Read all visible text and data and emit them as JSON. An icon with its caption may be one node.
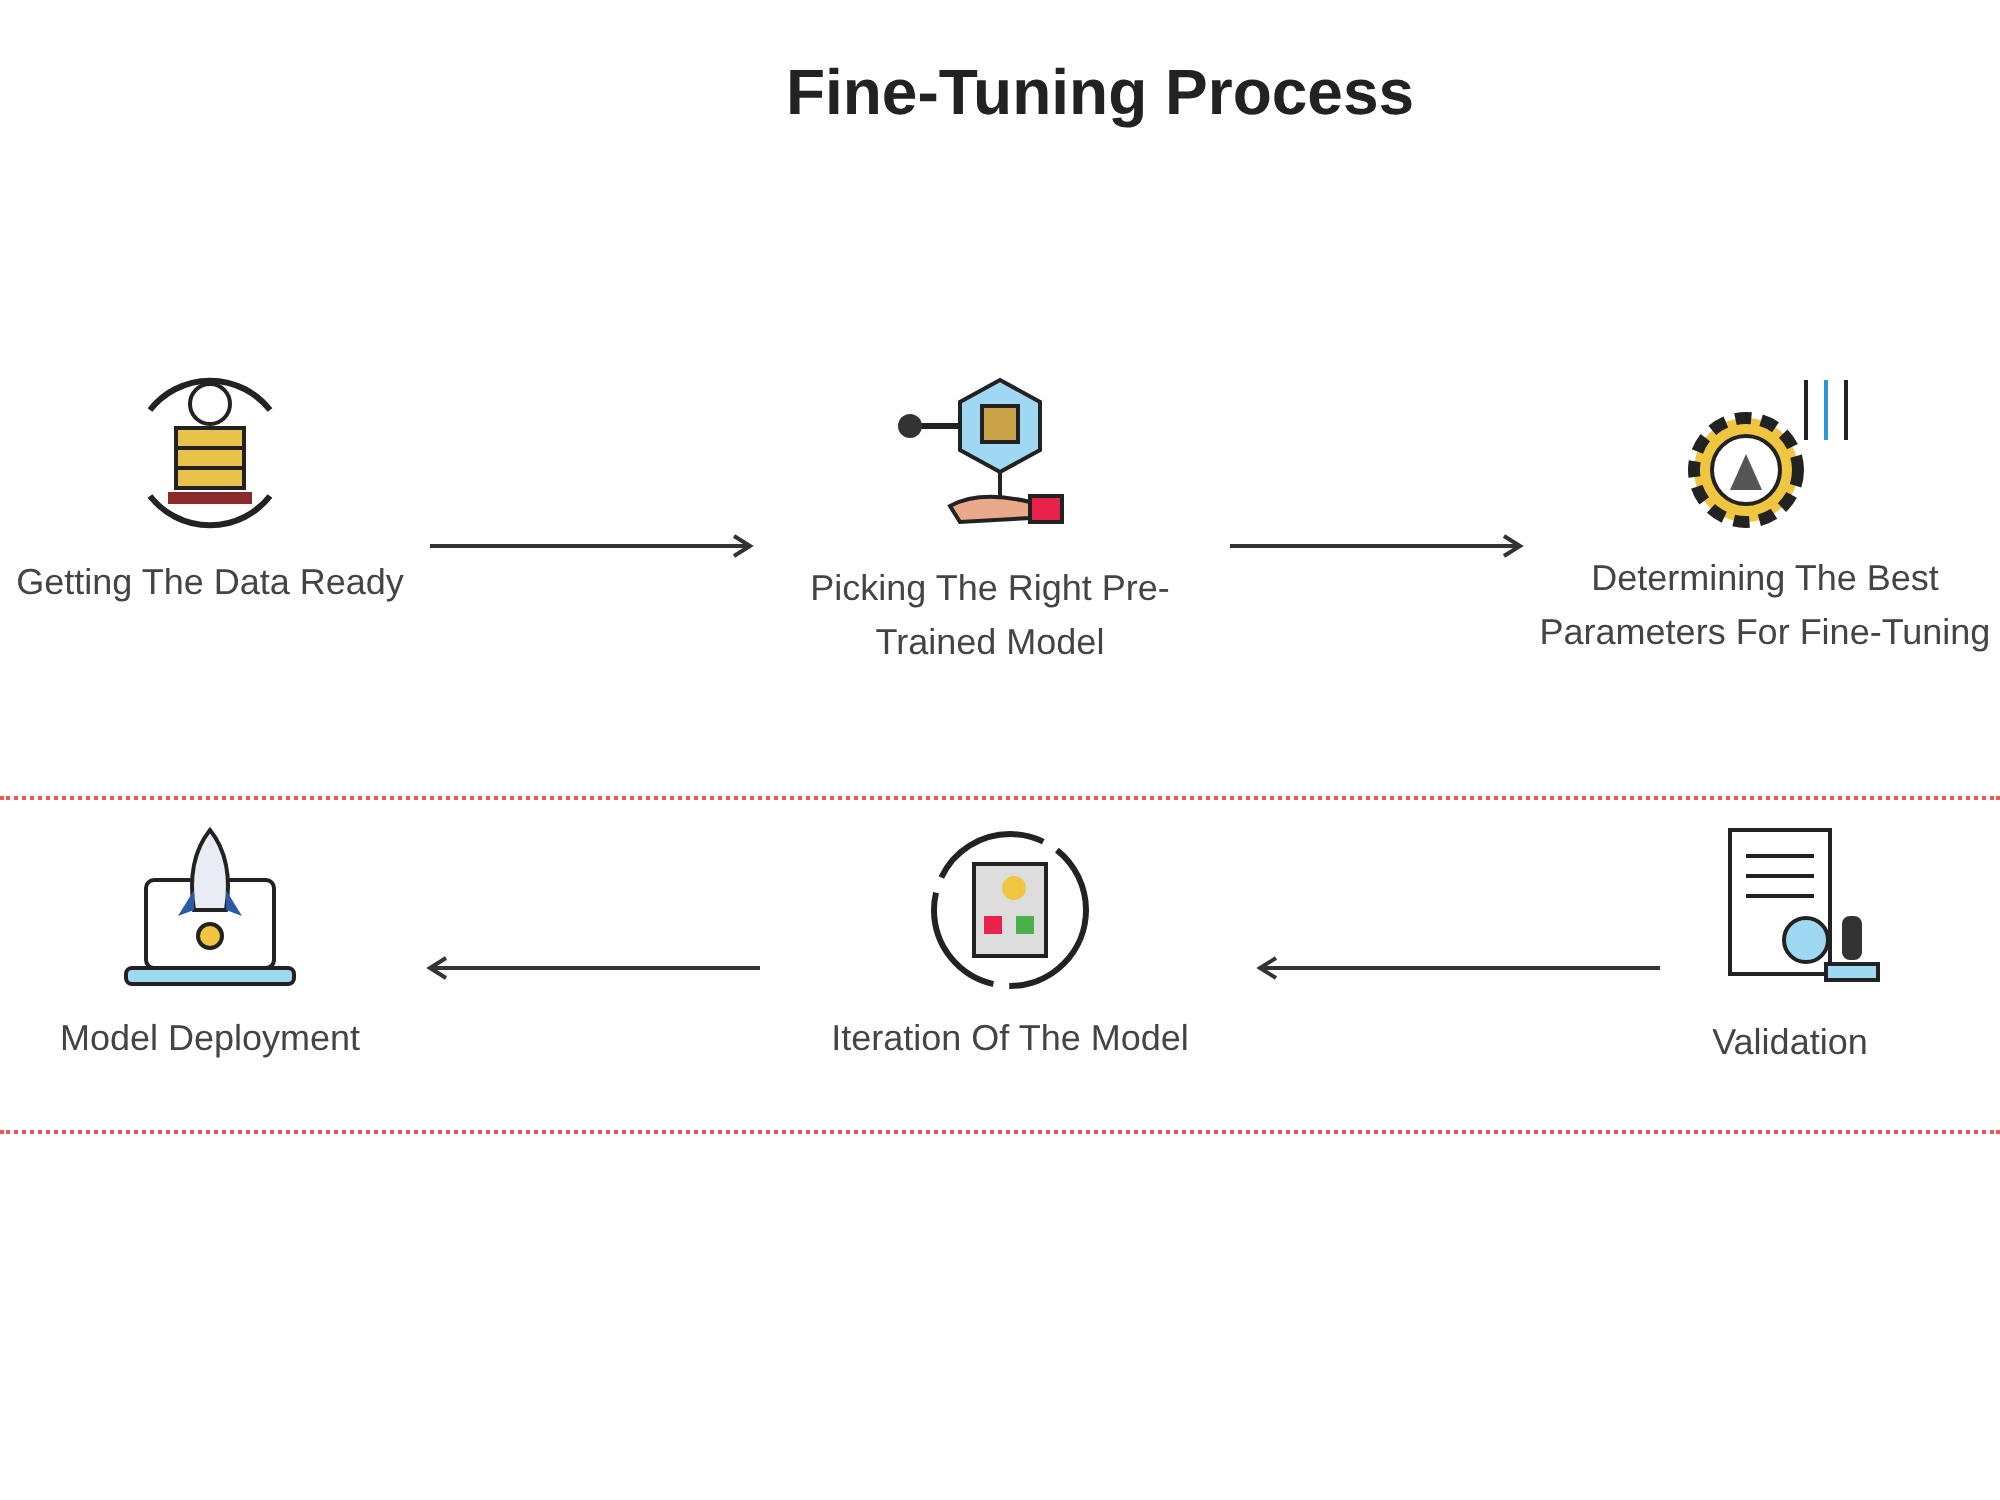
{
  "diagram": {
    "title": "Fine-Tuning Process",
    "nodes": [
      {
        "text": [
          "Getting The Data Ready"
        ]
      },
      {
        "text": [
          "Picking The Right Pre-Trained Model"
        ]
      },
      {
        "text": [
          "Determining The Best Parameters For Fine-Tuning"
        ]
      },
      {
        "text": [
          "Model Deployment"
        ]
      },
      {
        "text": [
          "Iteration Of The Model"
        ]
      },
      {
        "text": [
          "Validation"
        ]
      }
    ],
    "edges": [
      {
        "from": 0,
        "to": 1,
        "arrow": "to"
      },
      {
        "from": 1,
        "to": 2,
        "arrow": "to"
      },
      {
        "from": 5,
        "to": 4,
        "arrow": "to"
      },
      {
        "from": 4,
        "to": 3,
        "arrow": "to"
      }
    ]
  }
}
